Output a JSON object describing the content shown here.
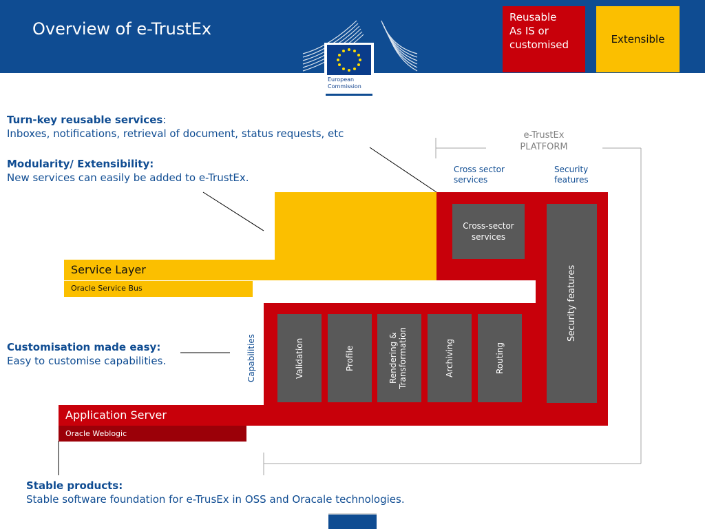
{
  "header": {
    "title": "Overview of e-TrustEx",
    "logo_text_line1": "European",
    "logo_text_line2": "Commission"
  },
  "legend": {
    "reusable": [
      "Reusable",
      "As IS or",
      "customised"
    ],
    "extensible": "Extensible"
  },
  "notes": {
    "turnkey_title": "Turn-key reusable services",
    "turnkey_colon": ":",
    "turnkey_body": "Inboxes, notifications, retrieval of document, status requests, etc",
    "modularity_title": "Modularity/ Extensibility:",
    "modularity_body": "New services can easily be added to e-TrustEx.",
    "custom_title": "Customisation made easy:",
    "custom_body": "Easy to customise capabilities.",
    "stable_title": "Stable products:",
    "stable_body": "Stable software foundation for e-TrusEx in OSS and Oracale technologies."
  },
  "diagram": {
    "platform_label": [
      "e-TrustEx",
      "PLATFORM"
    ],
    "cross_sector_label": [
      "Cross sector",
      "services"
    ],
    "security_label": [
      "Security",
      "features"
    ],
    "cross_sector_box": "Cross-sector services",
    "security_box": "Security features",
    "service_layer": "Service Layer",
    "oracle_service_bus": "Oracle Service Bus",
    "capabilities": "Capabilities",
    "capability_boxes": [
      "Validation",
      "Profile",
      "Rendering & Transformation",
      "Archiving",
      "Routing"
    ],
    "application_server": "Application Server",
    "oracle_weblogic": "Oracle Weblogic"
  },
  "colors": {
    "header_blue": "#0f4c92",
    "text_blue": "#0f4c92",
    "red": "#c8000a",
    "dark_red": "#9b0008",
    "yellow": "#fbbf00",
    "grey_box": "#595959"
  }
}
